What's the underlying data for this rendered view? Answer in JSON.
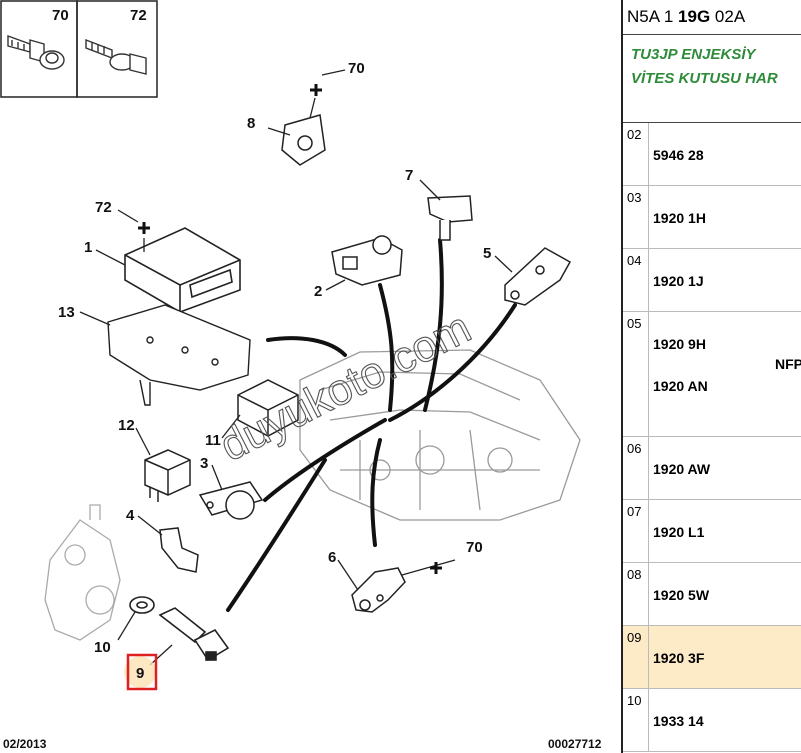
{
  "header": {
    "prefix": "N5A 1 ",
    "bold": "19G",
    "suffix": " 02A"
  },
  "description": {
    "line1": "TU3JP ENJEKSİY",
    "line2": "VİTES KUTUSU HAR"
  },
  "rows": [
    {
      "idx": "02",
      "codes": [
        "5946 28"
      ],
      "note": ""
    },
    {
      "idx": "03",
      "codes": [
        "1920 1H"
      ],
      "note": ""
    },
    {
      "idx": "04",
      "codes": [
        "1920 1J"
      ],
      "note": ""
    },
    {
      "idx": "05",
      "codes": [
        "1920 9H",
        "1920 AN"
      ],
      "note": "NFP"
    },
    {
      "idx": "06",
      "codes": [
        "1920 AW"
      ],
      "note": ""
    },
    {
      "idx": "07",
      "codes": [
        "1920 L1"
      ],
      "note": ""
    },
    {
      "idx": "08",
      "codes": [
        "1920 5W"
      ],
      "note": ""
    },
    {
      "idx": "09",
      "codes": [
        "1920 3F"
      ],
      "note": "",
      "highlight": true
    },
    {
      "idx": "10",
      "codes": [
        "1933 14"
      ],
      "note": ""
    }
  ],
  "diagram": {
    "box_labels": [
      "70",
      "72"
    ],
    "labels": [
      "70",
      "8",
      "7",
      "72",
      "1",
      "2",
      "5",
      "13",
      "12",
      "11",
      "3",
      "4",
      "6",
      "70",
      "10",
      "9"
    ],
    "selected_label": "9",
    "watermark": "duyukoto.com",
    "footer_left": "02/2013",
    "footer_right": "00027712"
  },
  "colors": {
    "desc": "#2e8b3a",
    "highlight": "#fdebc8",
    "selection": "#e02020"
  }
}
